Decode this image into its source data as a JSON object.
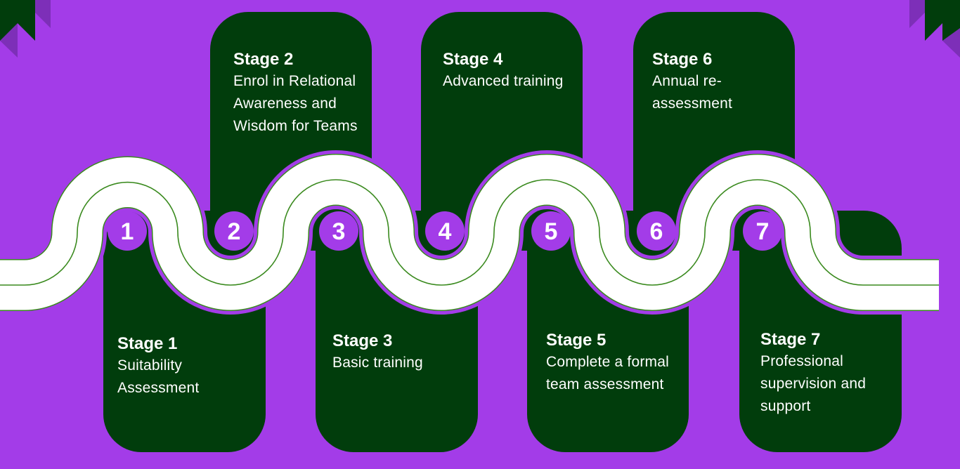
{
  "colors": {
    "background": "#a33ce8",
    "card": "#013d0c",
    "road": "#ffffff",
    "road_line": "#3a8a1e",
    "badge": "#a33ce8",
    "badge_text": "#ffffff",
    "corner_dark": "#013d0c",
    "corner_purple": "#7d2fb8"
  },
  "stages": [
    {
      "number": "1",
      "title": "Stage 1",
      "description": "Suitability Assessment"
    },
    {
      "number": "2",
      "title": "Stage 2",
      "description": "Enrol in Relational Awareness and Wisdom for Teams"
    },
    {
      "number": "3",
      "title": "Stage 3",
      "description": "Basic training"
    },
    {
      "number": "4",
      "title": "Stage 4",
      "description": "Advanced training"
    },
    {
      "number": "5",
      "title": "Stage 5",
      "description": "Complete a formal team assessment"
    },
    {
      "number": "6",
      "title": "Stage 6",
      "description": "Annual re-assessment"
    },
    {
      "number": "7",
      "title": "Stage 7",
      "description": "Professional supervision and support"
    }
  ]
}
